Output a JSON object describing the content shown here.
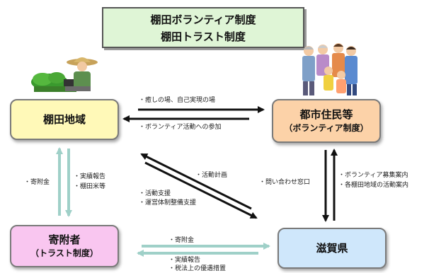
{
  "title": {
    "line1": "棚田ボランティア制度",
    "line2": "棚田トラスト制度"
  },
  "boxes": {
    "tanada": {
      "label": "棚田地域",
      "color": "#fff9b8"
    },
    "toshi": {
      "label": "都市住民等",
      "sub": "（ボランティア制度）",
      "color": "#fcd2a8"
    },
    "kifu": {
      "label": "寄附者",
      "sub": "（トラスト制度）",
      "color": "#f9c6f0"
    },
    "shiga": {
      "label": "滋賀県",
      "color": "#cfe7fb"
    }
  },
  "labels": {
    "top1": "・癒しの場、自己実現の場",
    "top2": "・ボランティア活動への参加",
    "left_kifukin": "・寄附金",
    "left_report1": "・実績報告",
    "left_report2": "・棚田米等",
    "diag_plan": "・活動計画",
    "diag_support1": "・活動支援",
    "diag_support2": "・運営体制整備支援",
    "inquiry": "・問い合わせ窓口",
    "right1": "・ボランティア募集案内",
    "right2": "・各棚田地域の活動案内",
    "bottom_kifukin": "・寄附金",
    "bottom_report1": "・実績報告",
    "bottom_report2": "・税法上の優遇措置"
  }
}
